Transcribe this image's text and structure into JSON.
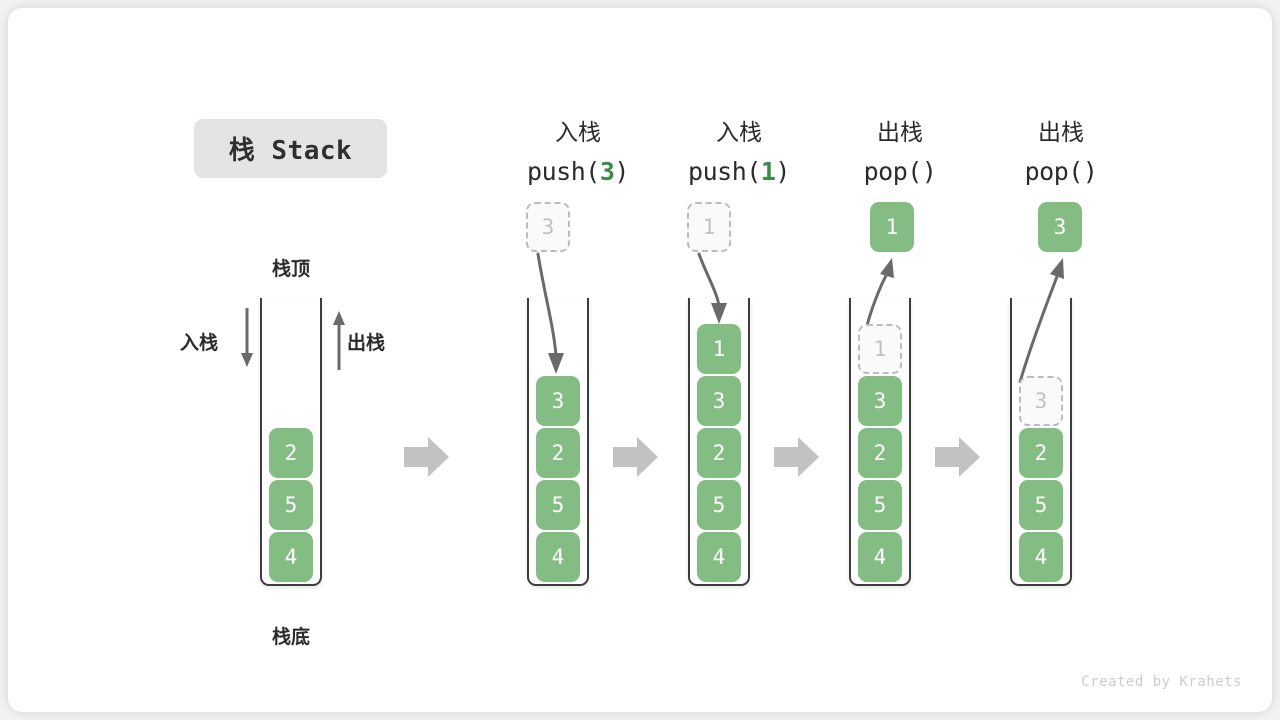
{
  "title": {
    "badge_label": "栈 Stack"
  },
  "legend": {
    "top_label": "栈顶",
    "bottom_label": "栈底",
    "push_label": "入栈",
    "pop_label": "出栈"
  },
  "colors": {
    "cell_fill": "#84bd84",
    "cell_text": "#ffffff",
    "ghost_border": "#bcbcbc",
    "ghost_text": "#c2c2c2",
    "accent_green": "#3d8b49",
    "arrow_gray": "#b6b6b6",
    "stroke_dark": "#3d3d3d",
    "badge_bg": "#e4e4e4",
    "text_dark": "#2b2b2b"
  },
  "columns": [
    {
      "id": "initial",
      "op_cn": "",
      "op_code": "",
      "op_arg": "",
      "float_cell": null,
      "cells": [
        {
          "value": "2",
          "state": "filled"
        },
        {
          "value": "5",
          "state": "filled"
        },
        {
          "value": "4",
          "state": "filled"
        }
      ]
    },
    {
      "id": "push-3",
      "op_cn": "入栈",
      "op_code_pre": "push(",
      "op_arg": "3",
      "op_code_post": ")",
      "float_cell": {
        "value": "3",
        "state": "ghost"
      },
      "cells": [
        {
          "value": "3",
          "state": "filled"
        },
        {
          "value": "2",
          "state": "filled"
        },
        {
          "value": "5",
          "state": "filled"
        },
        {
          "value": "4",
          "state": "filled"
        }
      ]
    },
    {
      "id": "push-1",
      "op_cn": "入栈",
      "op_code_pre": "push(",
      "op_arg": "1",
      "op_code_post": ")",
      "float_cell": {
        "value": "1",
        "state": "ghost"
      },
      "cells": [
        {
          "value": "1",
          "state": "filled"
        },
        {
          "value": "3",
          "state": "filled"
        },
        {
          "value": "2",
          "state": "filled"
        },
        {
          "value": "5",
          "state": "filled"
        },
        {
          "value": "4",
          "state": "filled"
        }
      ]
    },
    {
      "id": "pop-1",
      "op_cn": "出栈",
      "op_code_pre": "pop(",
      "op_arg": "",
      "op_code_post": ")",
      "float_cell": {
        "value": "1",
        "state": "filled"
      },
      "cells": [
        {
          "value": "1",
          "state": "ghost"
        },
        {
          "value": "3",
          "state": "filled"
        },
        {
          "value": "2",
          "state": "filled"
        },
        {
          "value": "5",
          "state": "filled"
        },
        {
          "value": "4",
          "state": "filled"
        }
      ]
    },
    {
      "id": "pop-3",
      "op_cn": "出栈",
      "op_code_pre": "pop(",
      "op_arg": "",
      "op_code_post": ")",
      "float_cell": {
        "value": "3",
        "state": "filled"
      },
      "cells": [
        {
          "value": "3",
          "state": "ghost"
        },
        {
          "value": "2",
          "state": "filled"
        },
        {
          "value": "5",
          "state": "filled"
        },
        {
          "value": "4",
          "state": "filled"
        }
      ]
    }
  ],
  "footer": {
    "credit": "Created by Krahets"
  }
}
